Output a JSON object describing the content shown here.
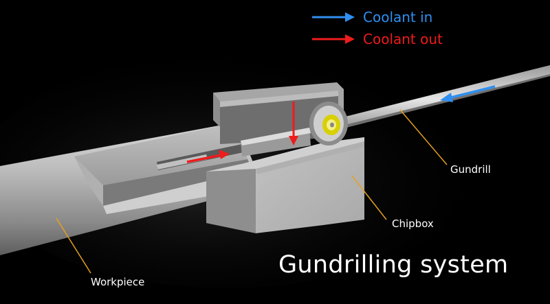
{
  "legend": {
    "coolant_in": {
      "label": "Coolant in",
      "color": "#2f8ff0"
    },
    "coolant_out": {
      "label": "Coolant out",
      "color": "#ee1c1c"
    }
  },
  "labels": {
    "gundrill": "Gundrill",
    "chipbox": "Chipbox",
    "workpiece": "Workpiece"
  },
  "title": "Gundrilling system",
  "colors": {
    "background": "#000000",
    "leader_line": "#e8a020",
    "label_text": "#ffffff"
  }
}
